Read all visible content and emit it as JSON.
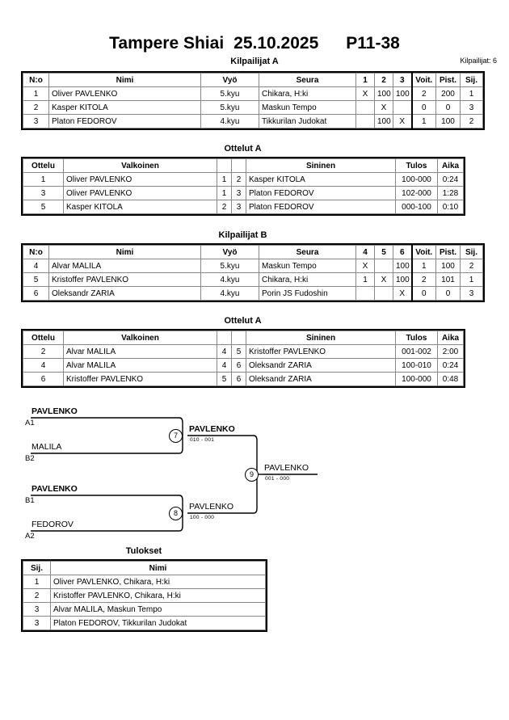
{
  "header": {
    "event": "Tampere Shiai",
    "date": "25.10.2025",
    "category": "P11-38",
    "entrants_label": "Kilpailijat: 6"
  },
  "pools": [
    {
      "title": "Kilpailijat A",
      "columns": {
        "no": "N:o",
        "name": "Nimi",
        "belt": "Vyö",
        "club": "Seura",
        "opp": [
          "1",
          "2",
          "3"
        ],
        "wins": "Voit.",
        "points": "Pist.",
        "rank": "Sij."
      },
      "rows": [
        {
          "no": "1",
          "name": "Oliver PAVLENKO",
          "belt": "5.kyu",
          "club": "Chikara, H:ki",
          "cells": [
            "X",
            "100",
            "100"
          ],
          "wins": "2",
          "points": "200",
          "rank": "1"
        },
        {
          "no": "2",
          "name": "Kasper KITOLA",
          "belt": "5.kyu",
          "club": "Maskun Tempo",
          "cells": [
            "",
            "X",
            ""
          ],
          "wins": "0",
          "points": "0",
          "rank": "3"
        },
        {
          "no": "3",
          "name": "Platon FEDOROV",
          "belt": "4.kyu",
          "club": "Tikkurilan Judokat",
          "cells": [
            "",
            "100",
            "X"
          ],
          "wins": "1",
          "points": "100",
          "rank": "2"
        }
      ]
    },
    {
      "title": "Kilpailijat B",
      "columns": {
        "no": "N:o",
        "name": "Nimi",
        "belt": "Vyö",
        "club": "Seura",
        "opp": [
          "4",
          "5",
          "6"
        ],
        "wins": "Voit.",
        "points": "Pist.",
        "rank": "Sij."
      },
      "rows": [
        {
          "no": "4",
          "name": "Alvar MALILA",
          "belt": "5.kyu",
          "club": "Maskun Tempo",
          "cells": [
            "X",
            "",
            "100"
          ],
          "wins": "1",
          "points": "100",
          "rank": "2"
        },
        {
          "no": "5",
          "name": "Kristoffer PAVLENKO",
          "belt": "4.kyu",
          "club": "Chikara, H:ki",
          "cells": [
            "1",
            "X",
            "100"
          ],
          "wins": "2",
          "points": "101",
          "rank": "1"
        },
        {
          "no": "6",
          "name": "Oleksandr ZARIA",
          "belt": "4.kyu",
          "club": "Porin JS Fudoshin",
          "cells": [
            "",
            "",
            "X"
          ],
          "wins": "0",
          "points": "0",
          "rank": "3"
        }
      ]
    }
  ],
  "matchtables": [
    {
      "title": "Ottelut A",
      "columns": {
        "match": "Ottelu",
        "white": "Valkoinen",
        "blue": "Sininen",
        "result": "Tulos",
        "time": "Aika"
      },
      "rows": [
        {
          "match": "1",
          "white": "Oliver PAVLENKO",
          "white_bold": true,
          "wnum": "1",
          "bnum": "2",
          "blue": "Kasper KITOLA",
          "blue_bold": false,
          "result": "100-000",
          "time": "0:24"
        },
        {
          "match": "3",
          "white": "Oliver PAVLENKO",
          "white_bold": true,
          "wnum": "1",
          "bnum": "3",
          "blue": "Platon FEDOROV",
          "blue_bold": false,
          "result": "102-000",
          "time": "1:28"
        },
        {
          "match": "5",
          "white": "Kasper KITOLA",
          "white_bold": false,
          "wnum": "2",
          "bnum": "3",
          "blue": "Platon FEDOROV",
          "blue_bold": true,
          "result": "000-100",
          "time": "0:10"
        }
      ]
    },
    {
      "title": "Ottelut A",
      "columns": {
        "match": "Ottelu",
        "white": "Valkoinen",
        "blue": "Sininen",
        "result": "Tulos",
        "time": "Aika"
      },
      "rows": [
        {
          "match": "2",
          "white": "Alvar MALILA",
          "white_bold": false,
          "wnum": "4",
          "bnum": "5",
          "blue": "Kristoffer PAVLENKO",
          "blue_bold": true,
          "result": "001-002",
          "time": "2:00"
        },
        {
          "match": "4",
          "white": "Alvar MALILA",
          "white_bold": true,
          "wnum": "4",
          "bnum": "6",
          "blue": "Oleksandr ZARIA",
          "blue_bold": false,
          "result": "100-010",
          "time": "0:24"
        },
        {
          "match": "6",
          "white": "Kristoffer PAVLENKO",
          "white_bold": true,
          "wnum": "5",
          "bnum": "6",
          "blue": "Oleksandr ZARIA",
          "blue_bold": false,
          "result": "100-000",
          "time": "0:48"
        }
      ]
    }
  ],
  "bracket": {
    "semi1": {
      "top": {
        "name": "PAVLENKO",
        "seed": "A1"
      },
      "bottom": {
        "name": "MALILA",
        "seed": "B2"
      },
      "number": "7",
      "winner": "PAVLENKO",
      "score": "010 - 001"
    },
    "semi2": {
      "top": {
        "name": "PAVLENKO",
        "seed": "B1"
      },
      "bottom": {
        "name": "FEDOROV",
        "seed": "A2"
      },
      "number": "8",
      "winner": "PAVLENKO",
      "score": "100 - 000"
    },
    "final": {
      "number": "9",
      "winner": "PAVLENKO",
      "score": "001 - 000"
    }
  },
  "results": {
    "title": "Tulokset",
    "columns": {
      "rank": "Sij.",
      "name": "Nimi"
    },
    "rows": [
      {
        "rank": "1",
        "name": "Oliver PAVLENKO, Chikara, H:ki"
      },
      {
        "rank": "2",
        "name": "Kristoffer PAVLENKO, Chikara, H:ki"
      },
      {
        "rank": "3",
        "name": "Alvar MALILA, Maskun Tempo"
      },
      {
        "rank": "3",
        "name": "Platon FEDOROV, Tikkurilan Judokat"
      }
    ]
  }
}
